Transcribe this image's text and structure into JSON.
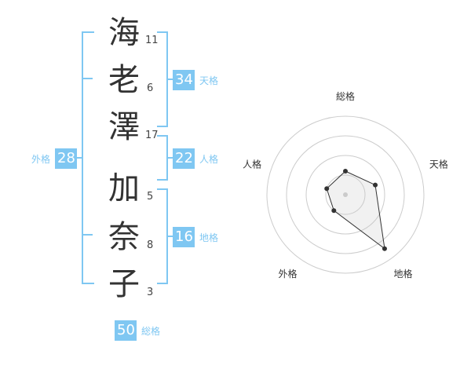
{
  "name_chars": [
    {
      "char": "海",
      "strokes": "11"
    },
    {
      "char": "老",
      "strokes": "6"
    },
    {
      "char": "澤",
      "strokes": "17"
    },
    {
      "char": "加",
      "strokes": "5"
    },
    {
      "char": "奈",
      "strokes": "8"
    },
    {
      "char": "子",
      "strokes": "3"
    }
  ],
  "fortunes": {
    "tenkaku": {
      "value": "34",
      "label": "天格"
    },
    "jinkaku": {
      "value": "22",
      "label": "人格"
    },
    "chikaku": {
      "value": "16",
      "label": "地格"
    },
    "gaikaku": {
      "value": "28",
      "label": "外格"
    },
    "soukaku": {
      "value": "50",
      "label": "総格"
    }
  },
  "accent_color": "#7fc7f2",
  "chart_data": {
    "type": "radar",
    "axes": [
      "総格",
      "天格",
      "地格",
      "外格",
      "人格"
    ],
    "values": [
      0.3,
      0.4,
      0.85,
      0.25,
      0.25
    ],
    "rings": 4,
    "range": [
      0,
      1
    ]
  }
}
